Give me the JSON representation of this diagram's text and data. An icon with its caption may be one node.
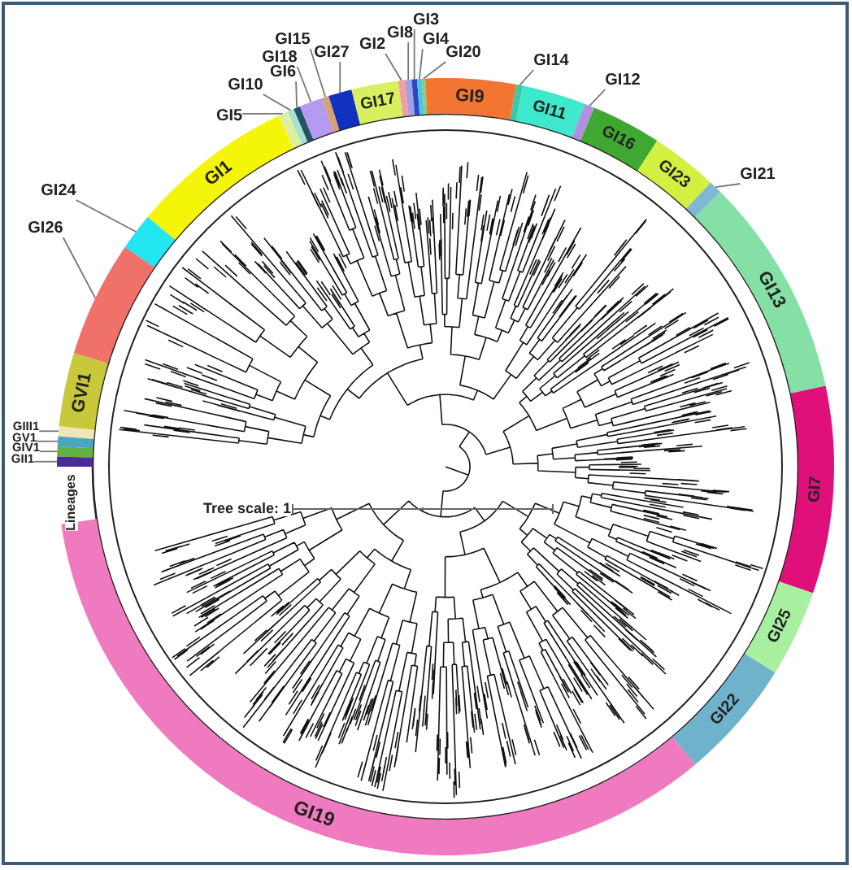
{
  "diagram": {
    "nodes": [
      {
        "text": [
          "GI5"
        ]
      },
      {
        "text": [],
        "shape": "bar"
      },
      {
        "text": [
          "GI10"
        ]
      },
      {
        "text": [],
        "shape": "bar"
      },
      {
        "text": [
          "GI6"
        ]
      },
      {
        "text": [],
        "shape": "bar"
      },
      {
        "text": [
          "GI18"
        ]
      },
      {
        "text": [],
        "shape": "bar"
      },
      {
        "text": [
          "GI15"
        ]
      },
      {
        "text": [],
        "shape": "bar"
      },
      {
        "text": [
          "GI27"
        ]
      },
      {
        "text": [],
        "shape": "bar"
      },
      {
        "text": [
          "GI2"
        ]
      },
      {
        "text": [],
        "shape": "bar"
      },
      {
        "text": [
          "GI8"
        ]
      },
      {
        "text": [],
        "shape": "bar"
      },
      {
        "text": [
          "GI3"
        ]
      },
      {
        "text": [],
        "shape": "bar"
      },
      {
        "text": [
          "GI4"
        ]
      },
      {
        "text": [],
        "shape": "bar"
      },
      {
        "text": [
          "GI20"
        ]
      },
      {
        "text": [],
        "shape": "bar"
      },
      {
        "text": [
          "GI14"
        ]
      },
      {
        "text": [],
        "shape": "bar"
      },
      {
        "text": [
          "GI12"
        ]
      },
      {
        "text": [],
        "shape": "bar"
      },
      {
        "text": [
          "GI21"
        ]
      },
      {
        "text": [],
        "shape": "bar"
      },
      {
        "text": [
          "GI24"
        ]
      },
      {
        "text": [],
        "shape": "bar"
      },
      {
        "text": [
          "GI26"
        ]
      },
      {
        "text": [],
        "shape": "bar"
      },
      {
        "text": [
          "GIII1"
        ]
      },
      {
        "text": [],
        "shape": "bar"
      },
      {
        "text": [
          "GV1"
        ]
      },
      {
        "text": [],
        "shape": "bar"
      },
      {
        "text": [
          "GIV1"
        ]
      },
      {
        "text": [],
        "shape": "bar"
      },
      {
        "text": [
          "GII1"
        ]
      },
      {
        "text": [],
        "shape": "bar"
      },
      {
        "text": [
          "GI1"
        ]
      },
      {
        "text": [
          "GI17"
        ]
      },
      {
        "text": [
          "GI9"
        ]
      },
      {
        "text": [
          "GI11"
        ]
      },
      {
        "text": [
          "GI16"
        ]
      },
      {
        "text": [
          "GI23"
        ]
      },
      {
        "text": [
          "GI13"
        ]
      },
      {
        "text": [
          "GI7"
        ]
      },
      {
        "text": [
          "GI25"
        ]
      },
      {
        "text": [
          "GI22"
        ]
      },
      {
        "text": [
          "GI19"
        ]
      },
      {
        "text": [
          "GVI1"
        ]
      }
    ],
    "edges": [
      {
        "from": 0,
        "to": 1,
        "arrow": "none"
      },
      {
        "from": 2,
        "to": 3,
        "arrow": "none"
      },
      {
        "from": 4,
        "to": 5,
        "arrow": "none"
      },
      {
        "from": 6,
        "to": 7,
        "arrow": "none"
      },
      {
        "from": 8,
        "to": 9,
        "arrow": "none"
      },
      {
        "from": 10,
        "to": 11,
        "arrow": "none"
      },
      {
        "from": 12,
        "to": 13,
        "arrow": "none"
      },
      {
        "from": 14,
        "to": 15,
        "arrow": "none"
      },
      {
        "from": 16,
        "to": 17,
        "arrow": "none"
      },
      {
        "from": 18,
        "to": 19,
        "arrow": "none"
      },
      {
        "from": 20,
        "to": 21,
        "arrow": "none"
      },
      {
        "from": 22,
        "to": 23,
        "arrow": "none"
      },
      {
        "from": 24,
        "to": 25,
        "arrow": "none"
      },
      {
        "from": 26,
        "to": 27,
        "arrow": "none"
      },
      {
        "from": 28,
        "to": 29,
        "arrow": "none"
      },
      {
        "from": 30,
        "to": 31,
        "arrow": "none"
      },
      {
        "from": 32,
        "to": 33,
        "arrow": "none"
      },
      {
        "from": 34,
        "to": 35,
        "arrow": "none"
      },
      {
        "from": 36,
        "to": 37,
        "arrow": "none"
      },
      {
        "from": 38,
        "to": 39,
        "arrow": "none"
      }
    ],
    "labels": [
      "Lineages",
      "Tree scale: 1"
    ]
  }
}
